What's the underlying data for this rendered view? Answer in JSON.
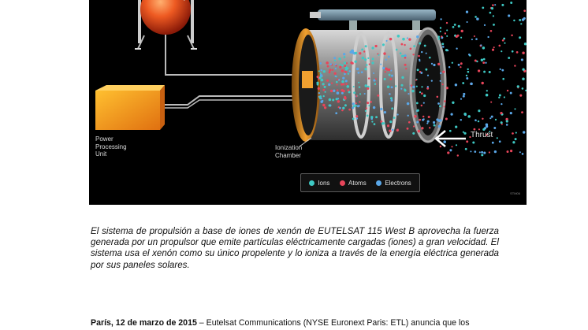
{
  "figure": {
    "labels": {
      "power_processing_unit": "Power\nProcessing\nUnit",
      "ionization_chamber": "Ionization\nChamber",
      "thrust": "Thrust",
      "credit": "STM06"
    },
    "legend": [
      {
        "label": "Ions",
        "color": "#3ec9c4",
        "icon": "ion-dot-icon"
      },
      {
        "label": "Atoms",
        "color": "#e8455a",
        "icon": "atom-dot-icon"
      },
      {
        "label": "Electrons",
        "color": "#5aa7e8",
        "icon": "electron-dot-icon"
      }
    ],
    "colors": {
      "background": "#000000",
      "tank": "#e8502a",
      "ppu": "#f0a020",
      "chamber": "#9a9a9a"
    }
  },
  "caption": "El sistema de propulsión a base de iones de xenón de EUTELSAT 115 West B aprovecha la fuerza generada por un propulsor que emite partículas eléctricamente cargadas (iones) a gran velocidad. El sistema usa el xenón como su único propelente y lo ioniza a través de la energía eléctrica generada por sus paneles solares.",
  "body": {
    "dateline": "París, 12 de marzo de 2015",
    "text": " – Eutelsat Communications (NYSE Euronext Paris: ETL) anuncia que los"
  }
}
